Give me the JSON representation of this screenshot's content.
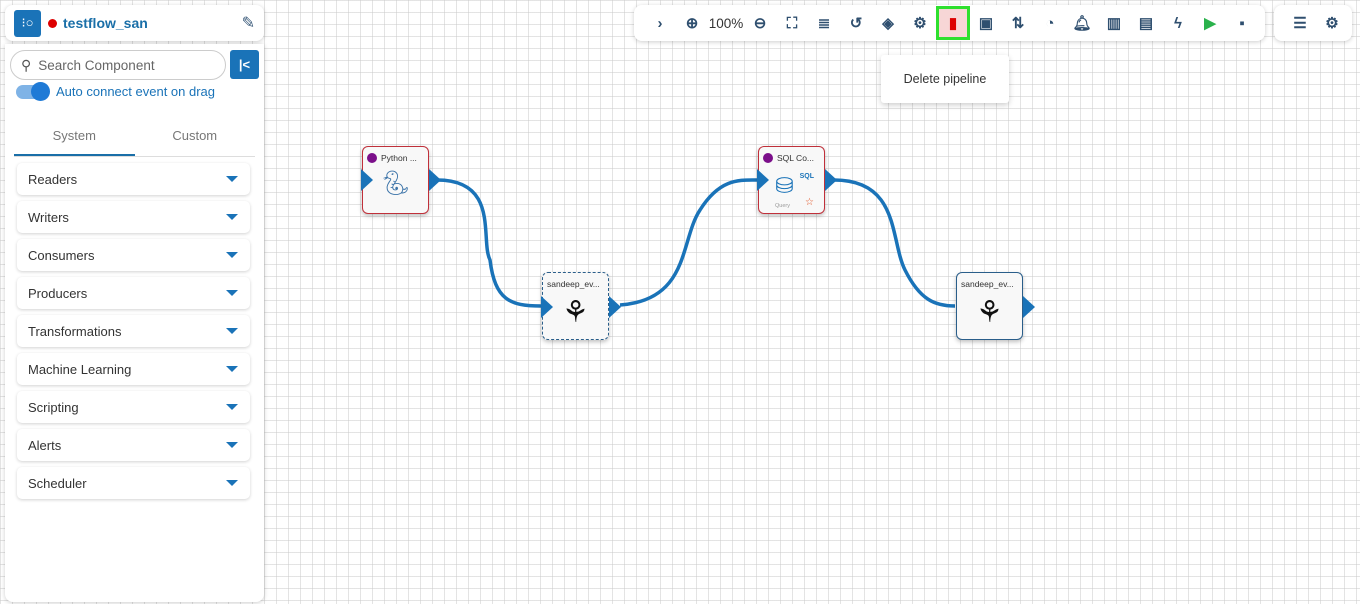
{
  "header": {
    "title": "testflow_san",
    "status_color": "#dd0000"
  },
  "sidebar": {
    "search_placeholder": "Search Component",
    "toggle_label": "Auto connect event on drag",
    "tabs": [
      "System",
      "Custom"
    ],
    "categories": [
      "Readers",
      "Writers",
      "Consumers",
      "Producers",
      "Transformations",
      "Machine Learning",
      "Scripting",
      "Alerts",
      "Scheduler"
    ]
  },
  "toolbar": {
    "zoom": "100%",
    "tooltip": "Delete pipeline"
  },
  "nodes": [
    {
      "label": "Python ..."
    },
    {
      "label": "sandeep_ev..."
    },
    {
      "label": "SQL Co...",
      "badge": "SQL",
      "sub": "Query"
    },
    {
      "label": "sandeep_ev..."
    }
  ]
}
